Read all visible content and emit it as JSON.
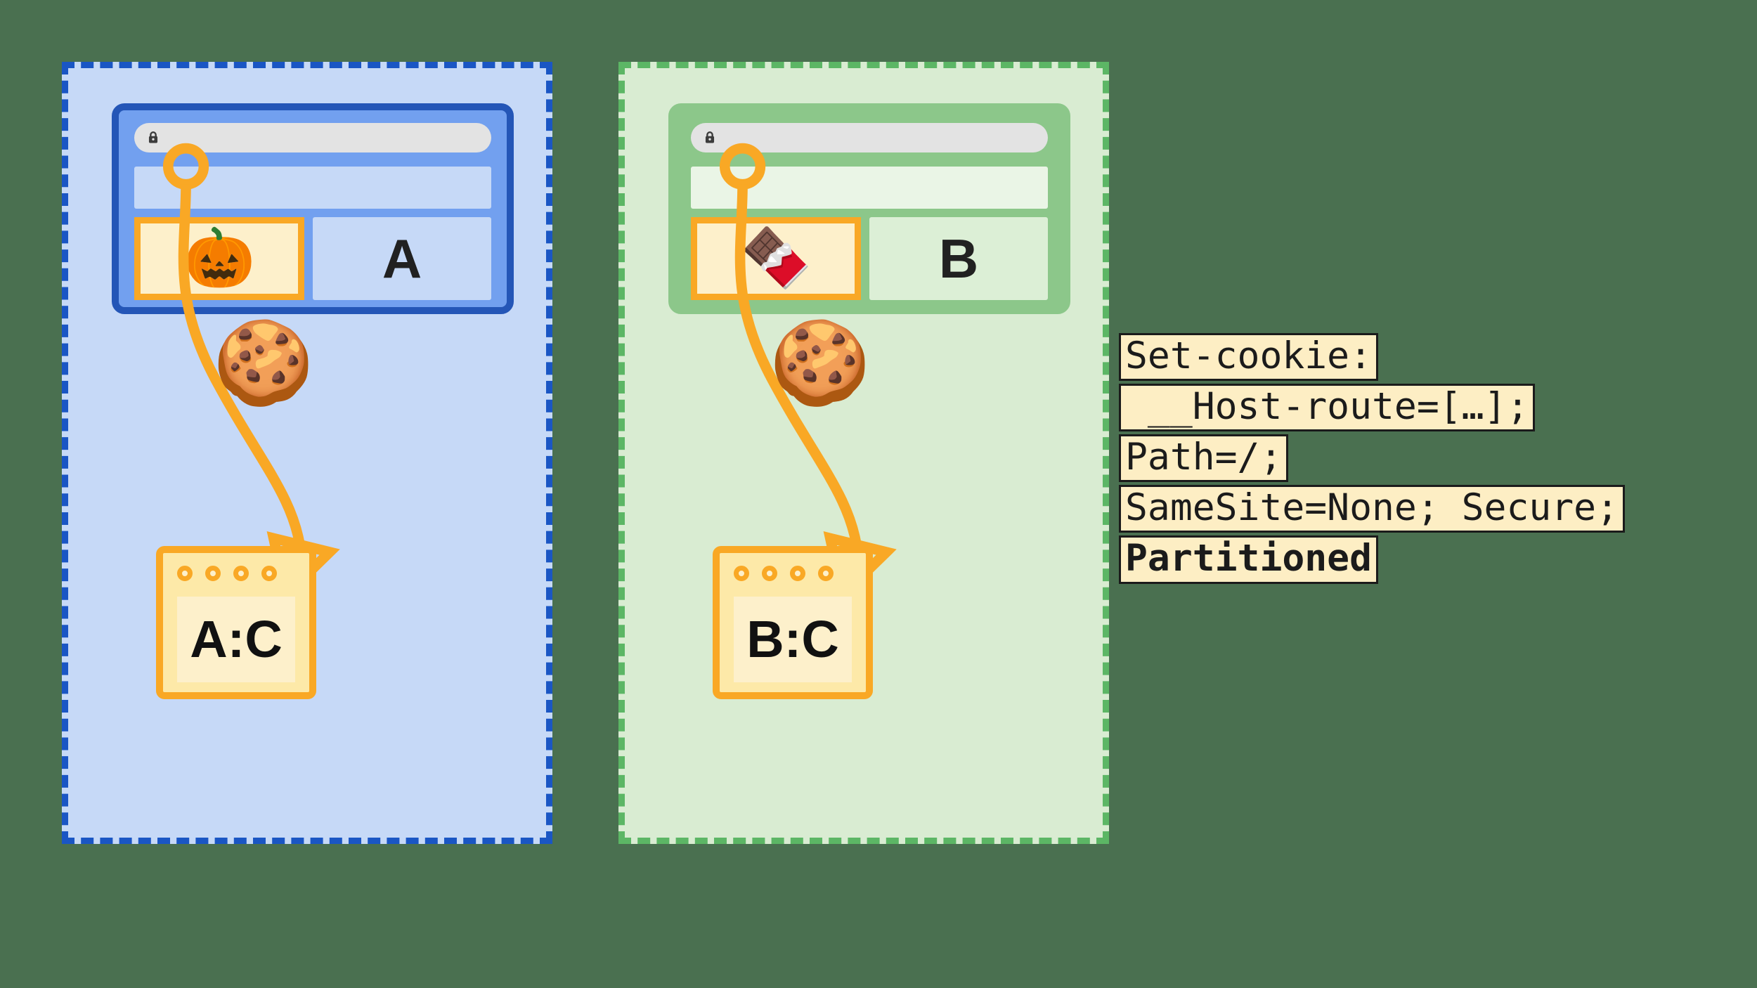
{
  "background_color": "#4a7050",
  "partitions": [
    {
      "name": "partition-a",
      "top_level_site": "A",
      "border_color": "#1a56c4",
      "fill_color": "#c6d9f7",
      "browser": {
        "address_bar_icon": "lock-icon",
        "address_bar_value": "",
        "iframe_emoji": "🎃",
        "iframe_label": "embedded-site-c",
        "site_letter": "A"
      },
      "cookie_icon": "🍪",
      "bucket_label": "A:C"
    },
    {
      "name": "partition-b",
      "top_level_site": "B",
      "border_color": "#5cb665",
      "fill_color": "#d9ecd2",
      "browser": {
        "address_bar_icon": "lock-icon",
        "address_bar_value": "",
        "iframe_emoji": "🍫",
        "iframe_label": "embedded-site-c",
        "site_letter": "B"
      },
      "cookie_icon": "🍪",
      "bucket_label": "B:C"
    }
  ],
  "code_block": {
    "lines": [
      {
        "text": "Set-cookie:",
        "bold": false
      },
      {
        "text": " __Host-route=[…];",
        "bold": false
      },
      {
        "text": "Path=/;",
        "bold": false
      },
      {
        "text": "SameSite=None; Secure;",
        "bold": false
      },
      {
        "text": "Partitioned",
        "bold": true
      }
    ],
    "background_color": "#fdeec4",
    "border_color": "#1b1b1b"
  },
  "accent_colors": {
    "orange": "#f9a825",
    "orange_dark": "#f5a000",
    "cream": "#fdf0cb"
  }
}
